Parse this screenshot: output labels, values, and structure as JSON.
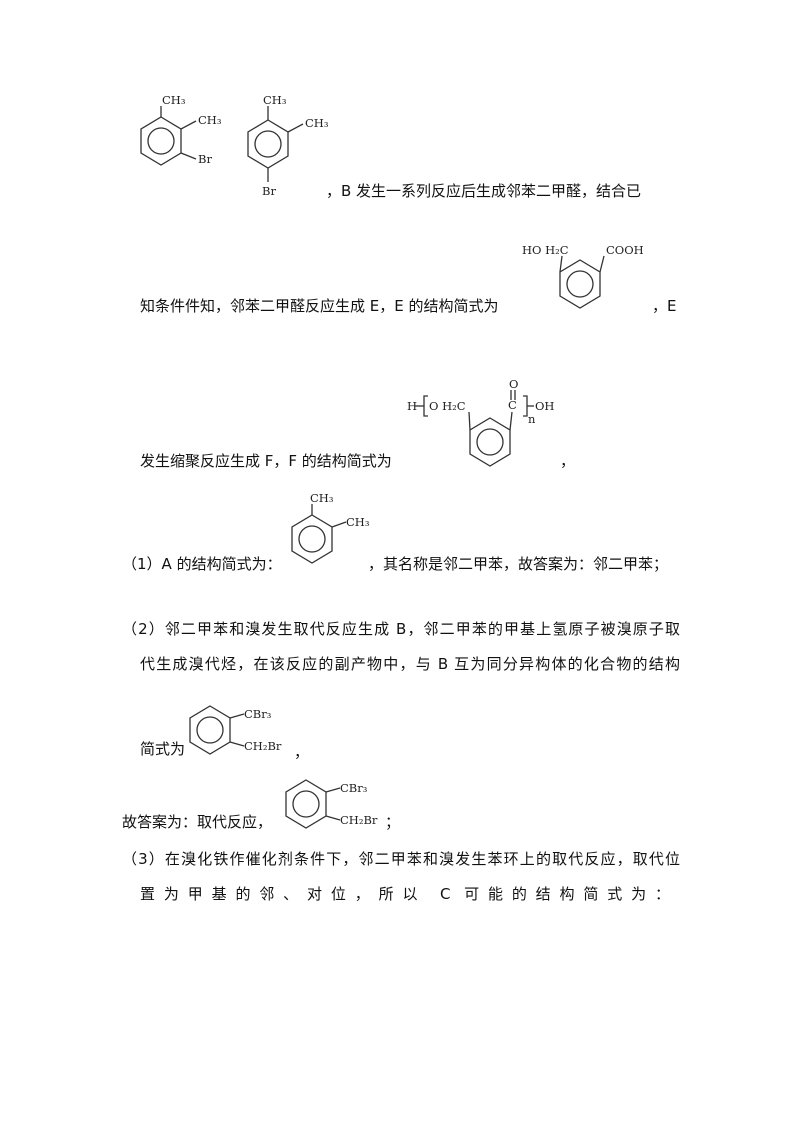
{
  "p1": {
    "line1_tail": "，B 发生一系列反应后生成邻苯二甲醛，结合已"
  },
  "p2": {
    "line_a": "知条件件知，邻苯二甲醛反应生成 E，E 的结构简式为",
    "line_b": "，E"
  },
  "p3": {
    "line_a": "发生缩聚反应生成 F，F 的结构简式为",
    "line_b": "，"
  },
  "q1": {
    "line_a": "（1）A 的结构简式为：",
    "line_b": "，其名称是邻二甲苯，故答案为：邻二甲苯；"
  },
  "q2": {
    "line1": "（2）邻二甲苯和溴发生取代反应生成 B，邻二甲苯的甲基上氢原子被溴原子取",
    "line2": "代生成溴代烃，在该反应的副产物中，与 B 互为同分异构体的化合物的结构",
    "line3": "简式为",
    "line3_end": "，",
    "line4": "故答案为：取代反应，",
    "line4_end": "；"
  },
  "q3": {
    "line1": "（3）在溴化铁作催化剂条件下，邻二甲苯和溴发生苯环上的取代反应，取代位",
    "line2": "置为甲基的邻、对位，所以 C 可能的结构简式为："
  },
  "chem": {
    "ch3": "CH₃",
    "br": "Br",
    "hoh2c": "HO H₂C",
    "cooh": "COOH",
    "h": "H",
    "oh": "OH",
    "o_h2c": "O H₂C",
    "c": "C",
    "o": "O",
    "n": "n",
    "cbr3": "CBr₃",
    "ch2br": "CH₂Br"
  }
}
